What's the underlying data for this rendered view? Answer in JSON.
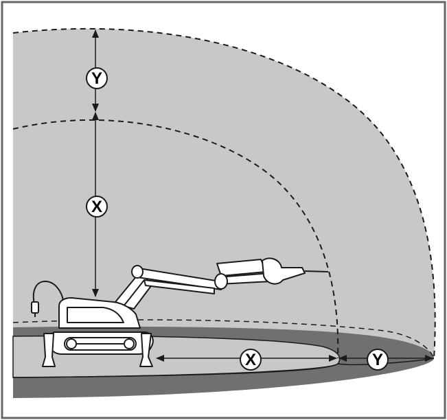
{
  "diagram": {
    "labels": {
      "inner_vertical": "X",
      "outer_vertical": "Y",
      "inner_horizontal": "X",
      "outer_horizontal": "Y"
    },
    "colors": {
      "zone_fill": "#c8c8c8",
      "ground_shadow": "#707070",
      "line": "#1a1a1a",
      "machine_fill": "#ffffff",
      "border": "#666666"
    },
    "icons": [
      "demolition-robot-icon",
      "double-arrow-icon"
    ]
  }
}
